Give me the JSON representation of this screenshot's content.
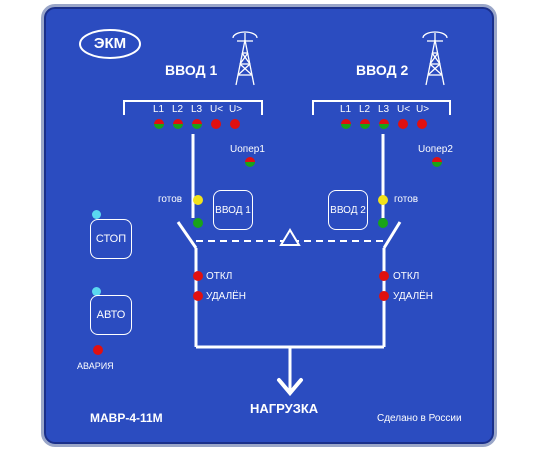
{
  "logo": "ЭКМ",
  "input1": {
    "title": "ВВОД 1",
    "phases": [
      "L1",
      "L2",
      "L3",
      "U<",
      "U>"
    ],
    "uoper": "Uопер1",
    "ready": "готов",
    "button": "ВВОД 1"
  },
  "input2": {
    "title": "ВВОД 2",
    "phases": [
      "L1",
      "L2",
      "L3",
      "U<",
      "U>"
    ],
    "uoper": "Uопер2",
    "ready": "готов",
    "button": "ВВОД 2"
  },
  "status": {
    "off": "ОТКЛ",
    "remote": "УДАЛЁН"
  },
  "controls": {
    "stop": "СТОП",
    "auto": "АВТО",
    "alarm": "АВАРИЯ"
  },
  "load": "НАГРУЗКА",
  "model": "МАВР-4-11М",
  "made_in": "Сделано в России",
  "colors": {
    "panel": "#2b4cc0",
    "led_red": "#e01010",
    "led_green": "#19a319",
    "led_yellow": "#f2e21a",
    "led_cyan": "#5ad8f0"
  },
  "icons": [
    "antenna-tower-icon",
    "arrow-down-icon",
    "triangle-icon"
  ]
}
